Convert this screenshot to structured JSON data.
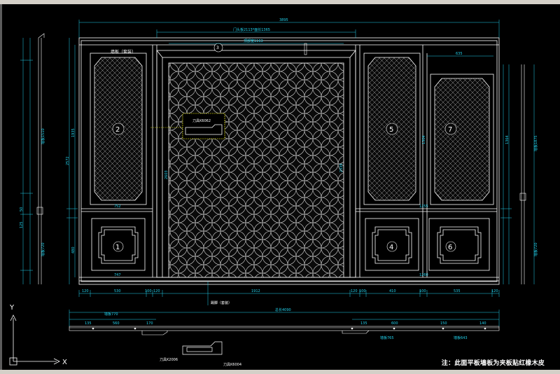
{
  "dimensions": {
    "top_total": "3895",
    "top_sub": "门头板2113*面长1365",
    "top_center_ref": "3",
    "center_top": "顶部宽1163",
    "right_top": "635",
    "left_height": "2572",
    "left_upper": "1935",
    "center_height": "2603",
    "center_right": "2335",
    "right_panel_h": "1304",
    "right_outer_h": "1364",
    "left_lower1": "480",
    "left_lower2": "125",
    "left_lower3": "50",
    "right_h1": "1255",
    "right_h2": "1260",
    "left_bottom": "747",
    "left_mid": "752",
    "left_wall_label": "墙板1510",
    "left_wall_label2": "墙板720",
    "right_wall_label": "墙板1875",
    "right_wall_label2": "墙板720",
    "bottom_total": "总长4090",
    "bottom_sub_left": "墙板770",
    "bottom_sub_right1": "墙板765",
    "bottom_sub_right2": "墙板643",
    "base_label": "踢脚（套装）",
    "bottom_row": [
      "120",
      "530",
      "100",
      "120",
      "1912",
      "120",
      "100",
      "410",
      "100",
      "535",
      "120"
    ],
    "bottom_detail": [
      "135",
      "560",
      "170",
      "135",
      "600",
      "150",
      "140"
    ],
    "knife1": "刀具K6062",
    "knife2": "刀具K2006",
    "knife3": "刀具K6004",
    "frame_top_label": "墙板（套装）"
  },
  "panel_labels": [
    "1",
    "2",
    "3",
    "4",
    "5",
    "6",
    "7"
  ],
  "axis": {
    "y_label": "Y",
    "x_label": "X"
  },
  "note": "注：此面平板墙板为夹板贴红橡木皮"
}
